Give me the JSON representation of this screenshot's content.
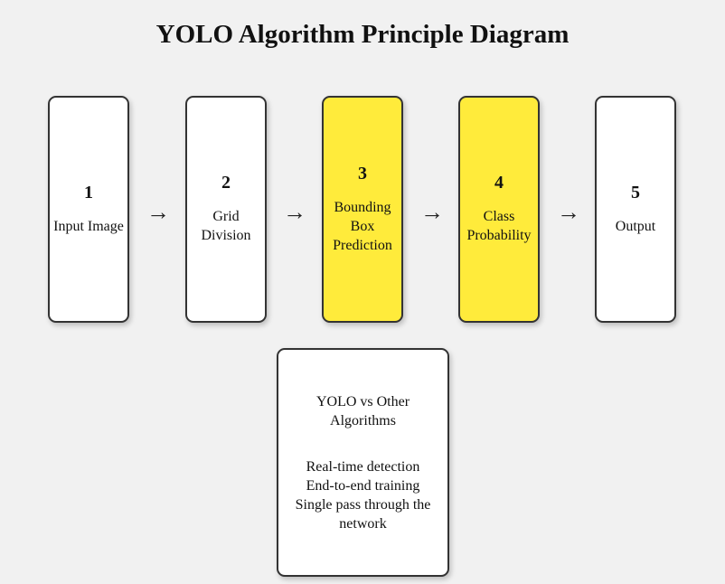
{
  "title": "YOLO Algorithm Principle Diagram",
  "steps": [
    {
      "number": "1",
      "label": "Input Image",
      "highlight": false
    },
    {
      "number": "2",
      "label": "Grid Division",
      "highlight": false
    },
    {
      "number": "3",
      "label": "Bounding Box Prediction",
      "highlight": true
    },
    {
      "number": "4",
      "label": "Class Probability",
      "highlight": true
    },
    {
      "number": "5",
      "label": "Output",
      "highlight": false
    }
  ],
  "arrow_glyph": "→",
  "comparison": {
    "heading": "YOLO vs Other Algorithms",
    "points": [
      "Real-time detection",
      "End-to-end training",
      "Single pass through the network"
    ]
  },
  "colors": {
    "highlight": "#ffeb3b",
    "box": "#ffffff",
    "border": "#333333",
    "background": "#f1f1f1"
  }
}
